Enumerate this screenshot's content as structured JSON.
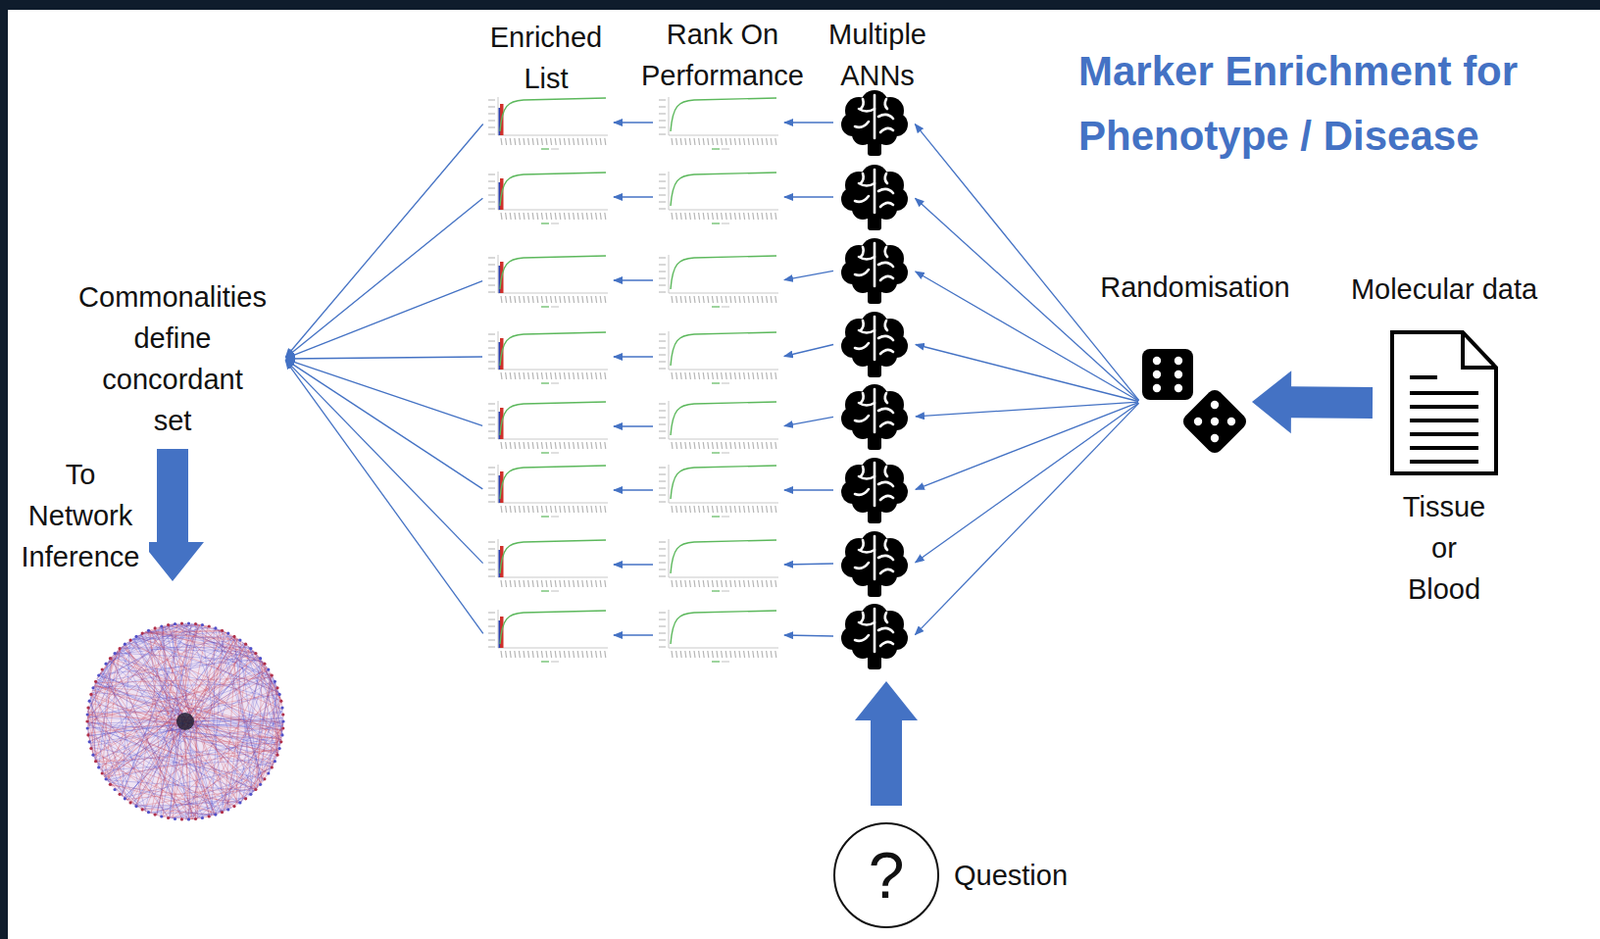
{
  "diagram": {
    "title": "Marker Enrichment for Phenotype / Disease",
    "nodes": [
      {
        "text": [
          "Commonalities define concordant set"
        ]
      },
      {
        "text": []
      },
      {
        "text": []
      },
      {
        "text": []
      },
      {
        "text": []
      },
      {
        "text": []
      },
      {
        "text": []
      },
      {
        "text": []
      },
      {
        "text": []
      },
      {
        "text": []
      },
      {
        "text": []
      },
      {
        "text": []
      },
      {
        "text": []
      },
      {
        "text": []
      },
      {
        "text": []
      },
      {
        "text": []
      },
      {
        "text": []
      },
      {
        "text": []
      },
      {
        "text": []
      },
      {
        "text": []
      },
      {
        "text": []
      },
      {
        "text": []
      },
      {
        "text": []
      },
      {
        "text": []
      },
      {
        "text": []
      },
      {
        "text": []
      },
      {
        "text": [
          "Randomisation"
        ]
      },
      {
        "text": [
          "Molecular data",
          "Tissue or Blood"
        ]
      },
      {
        "text": [
          "?",
          "Question"
        ]
      }
    ],
    "edges": [
      {
        "from": 27,
        "to": 26,
        "arrow": "to"
      },
      {
        "from": 26,
        "to": 18,
        "arrow": "to"
      },
      {
        "from": 26,
        "to": 19,
        "arrow": "to"
      },
      {
        "from": 26,
        "to": 20,
        "arrow": "to"
      },
      {
        "from": 26,
        "to": 21,
        "arrow": "to"
      },
      {
        "from": 26,
        "to": 22,
        "arrow": "to"
      },
      {
        "from": 26,
        "to": 23,
        "arrow": "to"
      },
      {
        "from": 26,
        "to": 24,
        "arrow": "to"
      },
      {
        "from": 26,
        "to": 25,
        "arrow": "to"
      },
      {
        "from": 28,
        "to": 25,
        "arrow": "to"
      },
      {
        "from": 18,
        "to": 10,
        "arrow": "to"
      },
      {
        "from": 19,
        "to": 11,
        "arrow": "to"
      },
      {
        "from": 20,
        "to": 12,
        "arrow": "to"
      },
      {
        "from": 21,
        "to": 13,
        "arrow": "to"
      },
      {
        "from": 22,
        "to": 14,
        "arrow": "to"
      },
      {
        "from": 23,
        "to": 15,
        "arrow": "to"
      },
      {
        "from": 24,
        "to": 16,
        "arrow": "to"
      },
      {
        "from": 25,
        "to": 17,
        "arrow": "to"
      },
      {
        "from": 10,
        "to": 2,
        "arrow": "to"
      },
      {
        "from": 11,
        "to": 3,
        "arrow": "to"
      },
      {
        "from": 12,
        "to": 4,
        "arrow": "to"
      },
      {
        "from": 13,
        "to": 5,
        "arrow": "to"
      },
      {
        "from": 14,
        "to": 6,
        "arrow": "to"
      },
      {
        "from": 15,
        "to": 7,
        "arrow": "to"
      },
      {
        "from": 16,
        "to": 8,
        "arrow": "to"
      },
      {
        "from": 17,
        "to": 9,
        "arrow": "to"
      },
      {
        "from": 2,
        "to": 0,
        "arrow": "to"
      },
      {
        "from": 3,
        "to": 0,
        "arrow": "to"
      },
      {
        "from": 4,
        "to": 0,
        "arrow": "to"
      },
      {
        "from": 5,
        "to": 0,
        "arrow": "to"
      },
      {
        "from": 6,
        "to": 0,
        "arrow": "to"
      },
      {
        "from": 7,
        "to": 0,
        "arrow": "to"
      },
      {
        "from": 8,
        "to": 0,
        "arrow": "to"
      },
      {
        "from": 9,
        "to": 0,
        "arrow": "to"
      },
      {
        "from": 0,
        "to": 1,
        "arrow": "to",
        "label": "To Network Inference"
      }
    ],
    "labels": [
      "Enriched List",
      "Rank On Performance",
      "Multiple ANNs"
    ]
  }
}
